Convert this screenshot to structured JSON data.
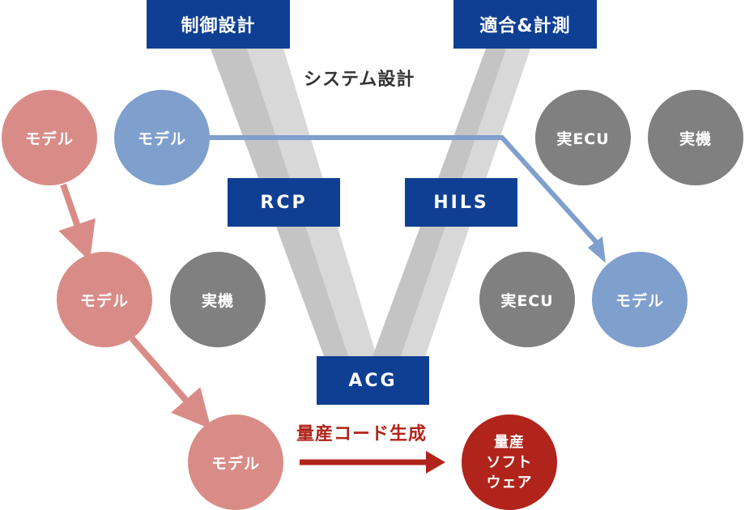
{
  "boxes": {
    "control_design": "制御設計",
    "calibration": "適合&計測",
    "rcp": "RCP",
    "hils": "HILS",
    "acg": "ACG"
  },
  "system_design": "システム設計",
  "mass_code_gen": "量産コード生成",
  "circles": {
    "model": "モデル",
    "real_machine": "実機",
    "real_ecu": "実ECU",
    "production_software": [
      "量産",
      "ソフト",
      "ウェア"
    ]
  },
  "colors": {
    "box_blue": "#0f3f93",
    "v_gray_dark": "#c2c2c2",
    "v_gray_light": "#d6d6d6",
    "model_pink": "#d98c87",
    "model_blue": "#7f9fcd",
    "hardware_gray": "#808080",
    "production_red": "#b0241b"
  }
}
